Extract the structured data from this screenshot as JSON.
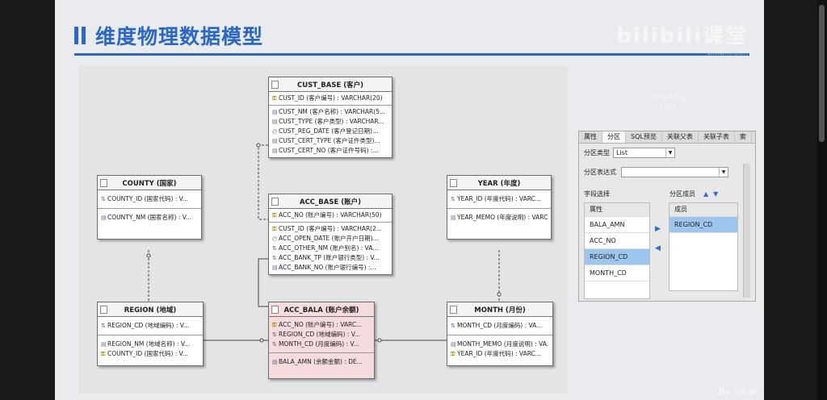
{
  "slide": {
    "title": "维度物理数据模型",
    "brand": "bilibili课堂",
    "brand_sub": "bilibili.com",
    "watermark_line1": "ninglishan",
    "watermark_line2": "1505...",
    "credit": "By lishan"
  },
  "entities": {
    "cust_base": {
      "title": "CUST_BASE (客户)",
      "pk": [
        "CUST_ID (客户编号) : VARCHAR(20)"
      ],
      "attrs": [
        "CUST_NM (客户名称) : VARCHAR(5...",
        "CUST_TYPE (客户类型) : VARCHAR...",
        "CUST_REG_DATE (客户登记日期)...",
        "CUST_CERT_TYPE (客户证件类型)...",
        "CUST_CERT_NO (客户证件号码) :..."
      ]
    },
    "acc_base": {
      "title": "ACC_BASE (账户)",
      "pk": [
        "ACC_NO (账户编号) : VARCHAR(50)"
      ],
      "attrs": [
        "CUST_ID (客户编号) : VARCHAR(2...",
        "ACC_OPEN_DATE (账户开户日期)...",
        "ACC_OTHER_NM (账户别名) : VA...",
        "ACC_BANK_TP (账户银行类型) : V...",
        "ACC_BANK_NO (账户银行编号) :..."
      ]
    },
    "county": {
      "title": "COUNTY (国家)",
      "pk": [
        "COUNTY_ID (国家代码) : V..."
      ],
      "attrs": [
        "COUNTY_NM (国家名称) : V..."
      ]
    },
    "year": {
      "title": "YEAR (年度)",
      "pk": [
        "YEAR_ID (年度代码) : VARC..."
      ],
      "attrs": [
        "YEAR_MEMO (年度说明) : VARC..."
      ]
    },
    "region": {
      "title": "REGION (地域)",
      "pk": [
        "REGION_CD (地域编码) : V..."
      ],
      "attrs": [
        "REGION_NM (地域名称) : V...",
        "COUNTY_ID (国家代码) : V..."
      ]
    },
    "acc_bala": {
      "title": "ACC_BALA (账户余额)",
      "pk": [
        "ACC_NO (账户编号) : VARC...",
        "REGION_CD (地域编码) : V...",
        "MONTH_CD (月度编码) : V..."
      ],
      "attrs": [
        "BALA_AMN (余额金额) : DE..."
      ]
    },
    "month": {
      "title": "MONTH (月份)",
      "pk": [
        "MONTH_CD (月度编码) : VA..."
      ],
      "attrs": [
        "MONTH_MEMO (月度说明) : VA...",
        "YEAR_ID (年度代码) : VARC..."
      ]
    }
  },
  "panel": {
    "tabs": [
      "属性",
      "分区",
      "SQL预览",
      "关联父表",
      "关联子表",
      "索"
    ],
    "active_tab": "分区",
    "partition_type_label": "分区类型",
    "partition_type_value": "List",
    "partition_expr_label": "分区表达式",
    "partition_expr_value": "",
    "field_select_label": "字段选择",
    "partition_member_label": "分区成员",
    "field_header": "属性",
    "fields": [
      "BALA_AMN",
      "ACC_NO",
      "REGION_CD",
      "MONTH_CD"
    ],
    "selected_field": "REGION_CD",
    "member_header": "成员",
    "members": [
      "REGION_CD"
    ]
  },
  "colors": {
    "accent": "#2a67c7",
    "fact_table": "#f6dcdc",
    "selection": "#9cc6ee"
  },
  "icons": [
    "table-icon",
    "key-icon",
    "column-icon",
    "up-arrow-icon",
    "down-arrow-icon",
    "move-right-icon",
    "move-left-icon"
  ]
}
